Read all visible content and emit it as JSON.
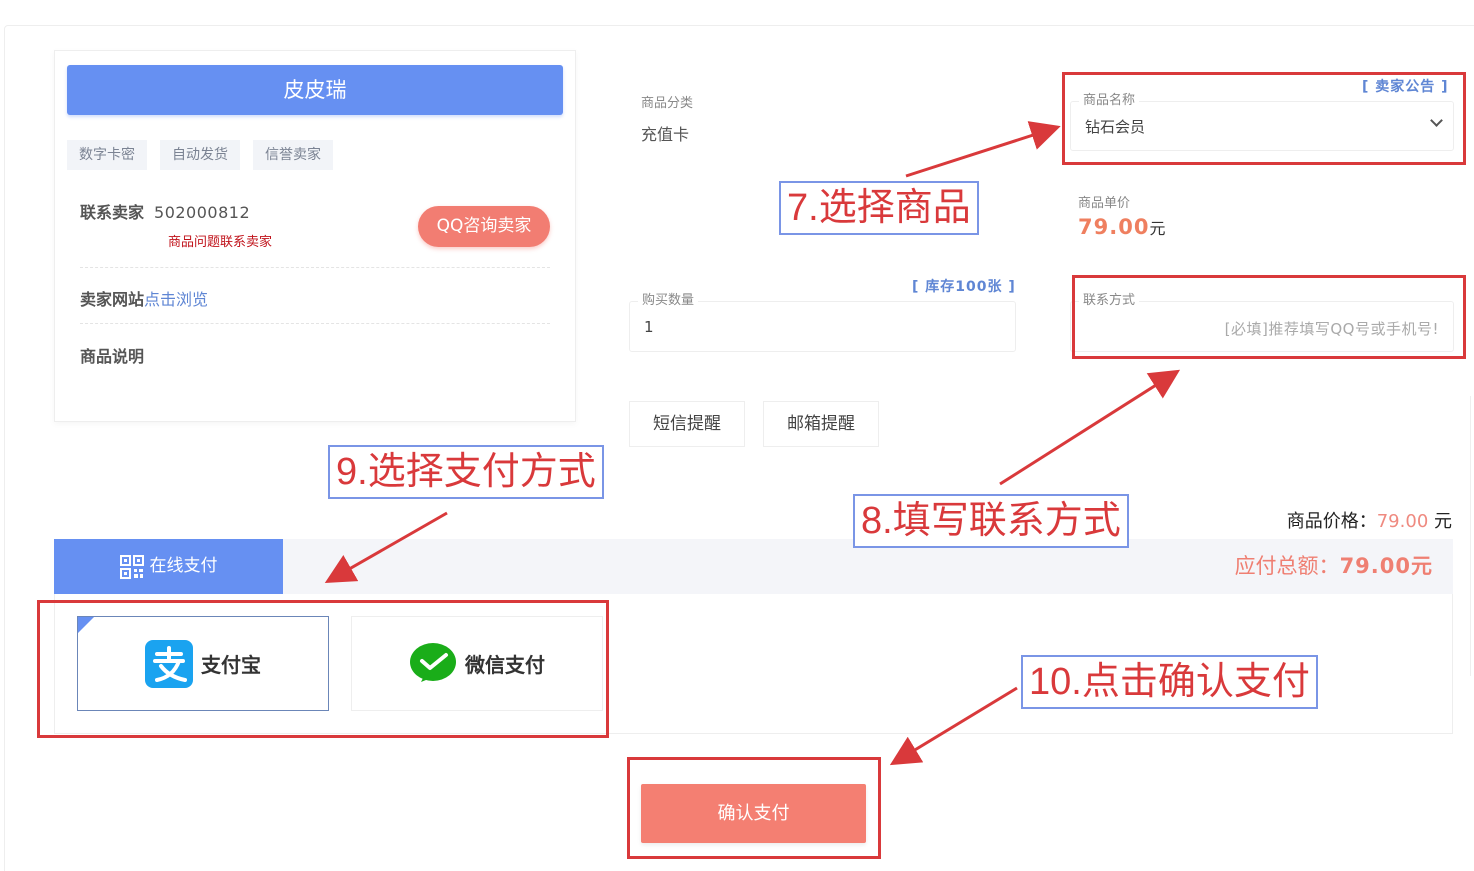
{
  "seller": {
    "name": "皮皮瑞",
    "tags": [
      "数字卡密",
      "自动发货",
      "信誉卖家"
    ],
    "contact_label": "联系卖家",
    "contact_qq": "502000812",
    "contact_hint": "商品问题联系卖家",
    "qq_button": "QQ咨询卖家",
    "website_label": "卖家网站",
    "website_link": "点击浏览",
    "description_label": "商品说明"
  },
  "form": {
    "category_label": "商品分类",
    "category_value": "充值卡",
    "product_label": "商品名称",
    "product_value": "钻石会员",
    "notice_link": "[ 卖家公告 ]",
    "unit_price_label": "商品单价",
    "unit_price_value": "79.00",
    "unit_price_currency": "元",
    "stock_link": "[ 库存100张 ]",
    "quantity_label": "购买数量",
    "quantity_value": "1",
    "contact_label": "联系方式",
    "contact_placeholder": "[必填]推荐填写QQ号或手机号!",
    "sms_remind": "短信提醒",
    "email_remind": "邮箱提醒"
  },
  "summary": {
    "goods_price_label": "商品价格：",
    "goods_price_value": "79.00",
    "goods_price_currency": "元",
    "total_label": "应付总额：",
    "total_value": "79.00元"
  },
  "payment": {
    "tab_label": "在线支付",
    "options": [
      {
        "name": "支付宝",
        "icon": "alipay-icon",
        "selected": true
      },
      {
        "name": "微信支付",
        "icon": "wechat-pay-icon",
        "selected": false
      }
    ],
    "confirm_button": "确认支付"
  },
  "annotations": [
    {
      "label": "7.选择商品"
    },
    {
      "label": "8.填写联系方式"
    },
    {
      "label": "9.选择支付方式"
    },
    {
      "label": "10.点击确认支付"
    }
  ],
  "colors": {
    "primary_blue": "#6690f2",
    "accent_red": "#f47f72",
    "price_orange": "#ef7f5f",
    "annotation_red": "#d9393b",
    "annotation_border_blue": "#7a95e6"
  }
}
